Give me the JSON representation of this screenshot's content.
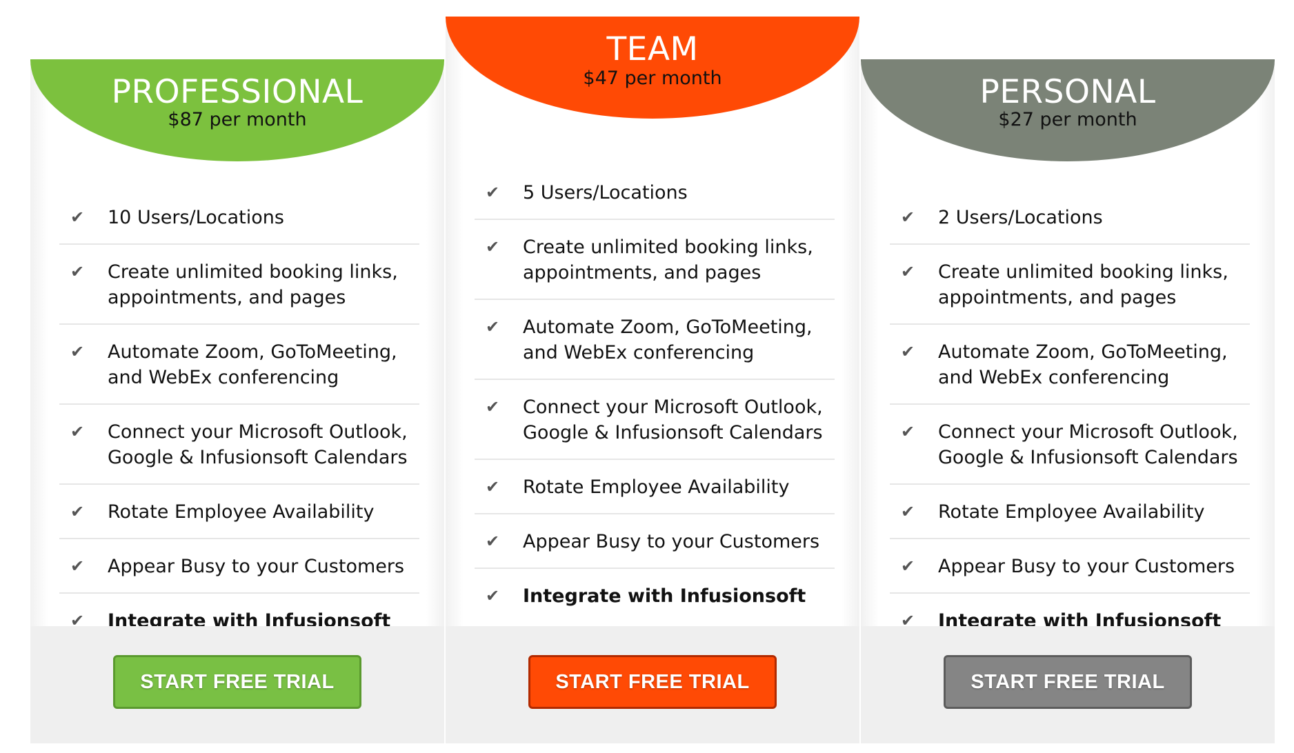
{
  "plans": [
    {
      "title": "PROFESSIONAL",
      "price": "$87 per month",
      "color": "#7cc13e",
      "button_color": "#79c044",
      "button_border": "#5a9a2e",
      "features": [
        "10 Users/Locations",
        "Create unlimited booking links, appointments, and pages",
        "Automate Zoom, GoToMeeting, and WebEx conferencing",
        "Connect your Microsoft Outlook, Google & Infusionsoft Calendars",
        "Rotate Employee Availability",
        "Appear Busy to your Customers",
        "Integrate with Infusionsoft"
      ],
      "cta": "START FREE TRIAL"
    },
    {
      "title": "TEAM",
      "price": "$47 per month",
      "color": "#ff4a05",
      "button_color": "#ff4a05",
      "button_border": "#b22a00",
      "features": [
        "5 Users/Locations",
        "Create unlimited booking links, appointments, and pages",
        "Automate Zoom, GoToMeeting, and WebEx conferencing",
        "Connect your Microsoft Outlook, Google & Infusionsoft Calendars",
        "Rotate Employee Availability",
        "Appear Busy to your Customers",
        "Integrate with Infusionsoft"
      ],
      "cta": "START FREE TRIAL"
    },
    {
      "title": "PERSONAL",
      "price": "$27 per month",
      "color": "#7b8377",
      "button_color": "#858585",
      "button_border": "#5c5c5c",
      "features": [
        "2 Users/Locations",
        "Create unlimited booking links, appointments, and pages",
        "Automate Zoom, GoToMeeting, and WebEx conferencing",
        "Connect your Microsoft Outlook, Google & Infusionsoft Calendars",
        "Rotate Employee Availability",
        "Appear Busy to your Customers",
        "Integrate with Infusionsoft"
      ],
      "cta": "START FREE TRIAL"
    }
  ],
  "icons": {
    "feature": "check-icon"
  },
  "colors": {
    "check": "#555555",
    "divider": "#e6e6e6",
    "footer_bg": "#efefef"
  }
}
